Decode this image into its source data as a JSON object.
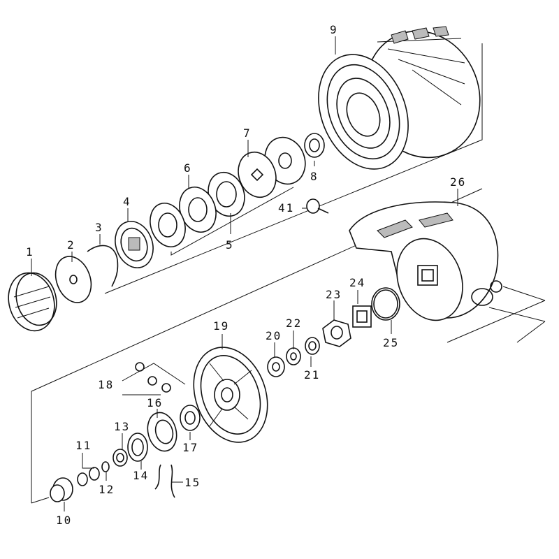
{
  "diagram": {
    "parts": [
      {
        "id": "p1",
        "label": "1"
      },
      {
        "id": "p2",
        "label": "2"
      },
      {
        "id": "p3",
        "label": "3"
      },
      {
        "id": "p4",
        "label": "4"
      },
      {
        "id": "p5",
        "label": "5"
      },
      {
        "id": "p6",
        "label": "6"
      },
      {
        "id": "p7",
        "label": "7"
      },
      {
        "id": "p8",
        "label": "8"
      },
      {
        "id": "p9",
        "label": "9"
      },
      {
        "id": "p10",
        "label": "10"
      },
      {
        "id": "p11",
        "label": "11"
      },
      {
        "id": "p12",
        "label": "12"
      },
      {
        "id": "p13",
        "label": "13"
      },
      {
        "id": "p14",
        "label": "14"
      },
      {
        "id": "p15",
        "label": "15"
      },
      {
        "id": "p16",
        "label": "16"
      },
      {
        "id": "p17",
        "label": "17"
      },
      {
        "id": "p18",
        "label": "18"
      },
      {
        "id": "p19",
        "label": "19"
      },
      {
        "id": "p20",
        "label": "20"
      },
      {
        "id": "p21",
        "label": "21"
      },
      {
        "id": "p22",
        "label": "22"
      },
      {
        "id": "p23",
        "label": "23"
      },
      {
        "id": "p24",
        "label": "24"
      },
      {
        "id": "p25",
        "label": "25"
      },
      {
        "id": "p26",
        "label": "26"
      },
      {
        "id": "p41",
        "label": "41"
      }
    ]
  }
}
